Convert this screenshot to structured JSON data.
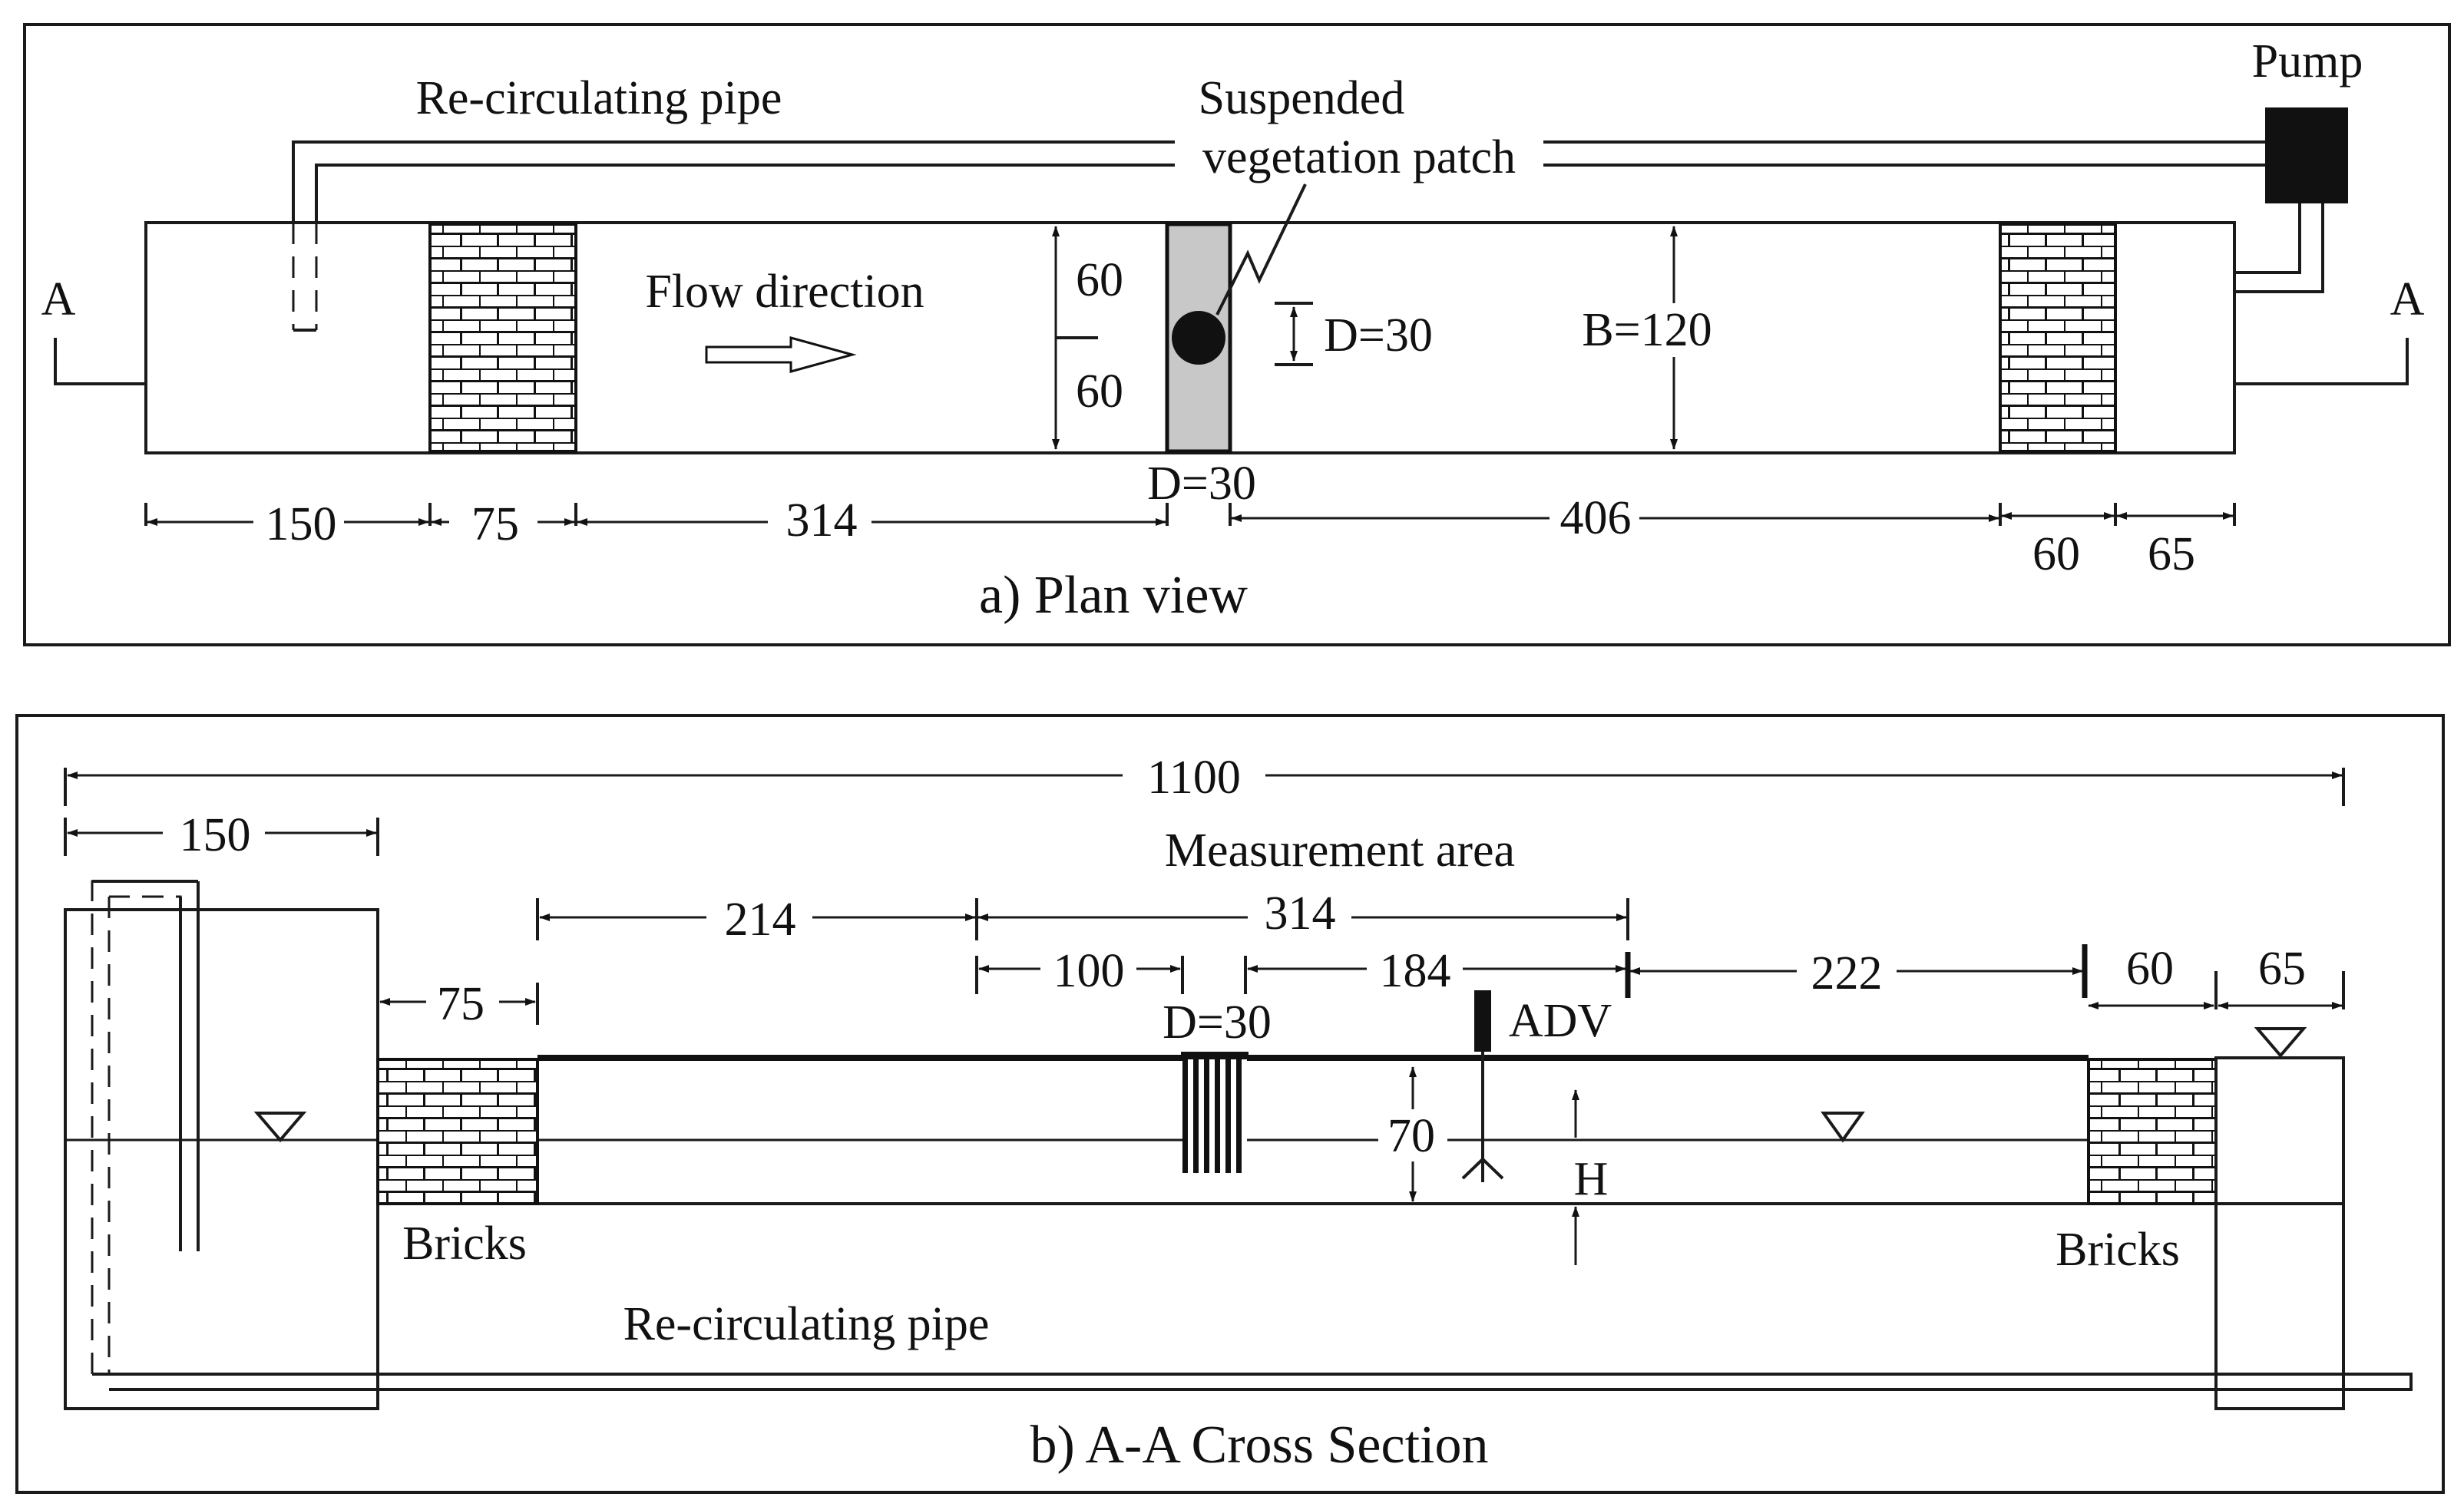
{
  "plan_view": {
    "caption": "a) Plan view",
    "pipe_label": "Re-circulating pipe",
    "patch_label_line1": "Suspended",
    "patch_label_line2": "vegetation patch",
    "pump_label": "Pump",
    "flow_label": "Flow direction",
    "section_mark_left": "A",
    "section_mark_right": "A",
    "half_width_top": "60",
    "half_width_bottom": "60",
    "patch_diameter": "D=30",
    "channel_width": "B=120",
    "patch_width_below": "D=30",
    "dims": [
      "150",
      "75",
      "314",
      "406",
      "60",
      "65"
    ]
  },
  "cross_section": {
    "caption": "b) A-A Cross Section",
    "total_length": "1100",
    "inlet_tank_length": "150",
    "measurement_label": "Measurement area",
    "dist_214": "214",
    "dist_314": "314",
    "dist_100": "100",
    "dist_184": "184",
    "dist_222": "222",
    "dist_75": "75",
    "dist_60": "60",
    "dist_65": "65",
    "patch_label": "D=30",
    "adv_label": "ADV",
    "depth_70": "70",
    "depth_h": "H",
    "bricks_left": "Bricks",
    "bricks_right": "Bricks",
    "pipe_label": "Re-circulating pipe"
  }
}
